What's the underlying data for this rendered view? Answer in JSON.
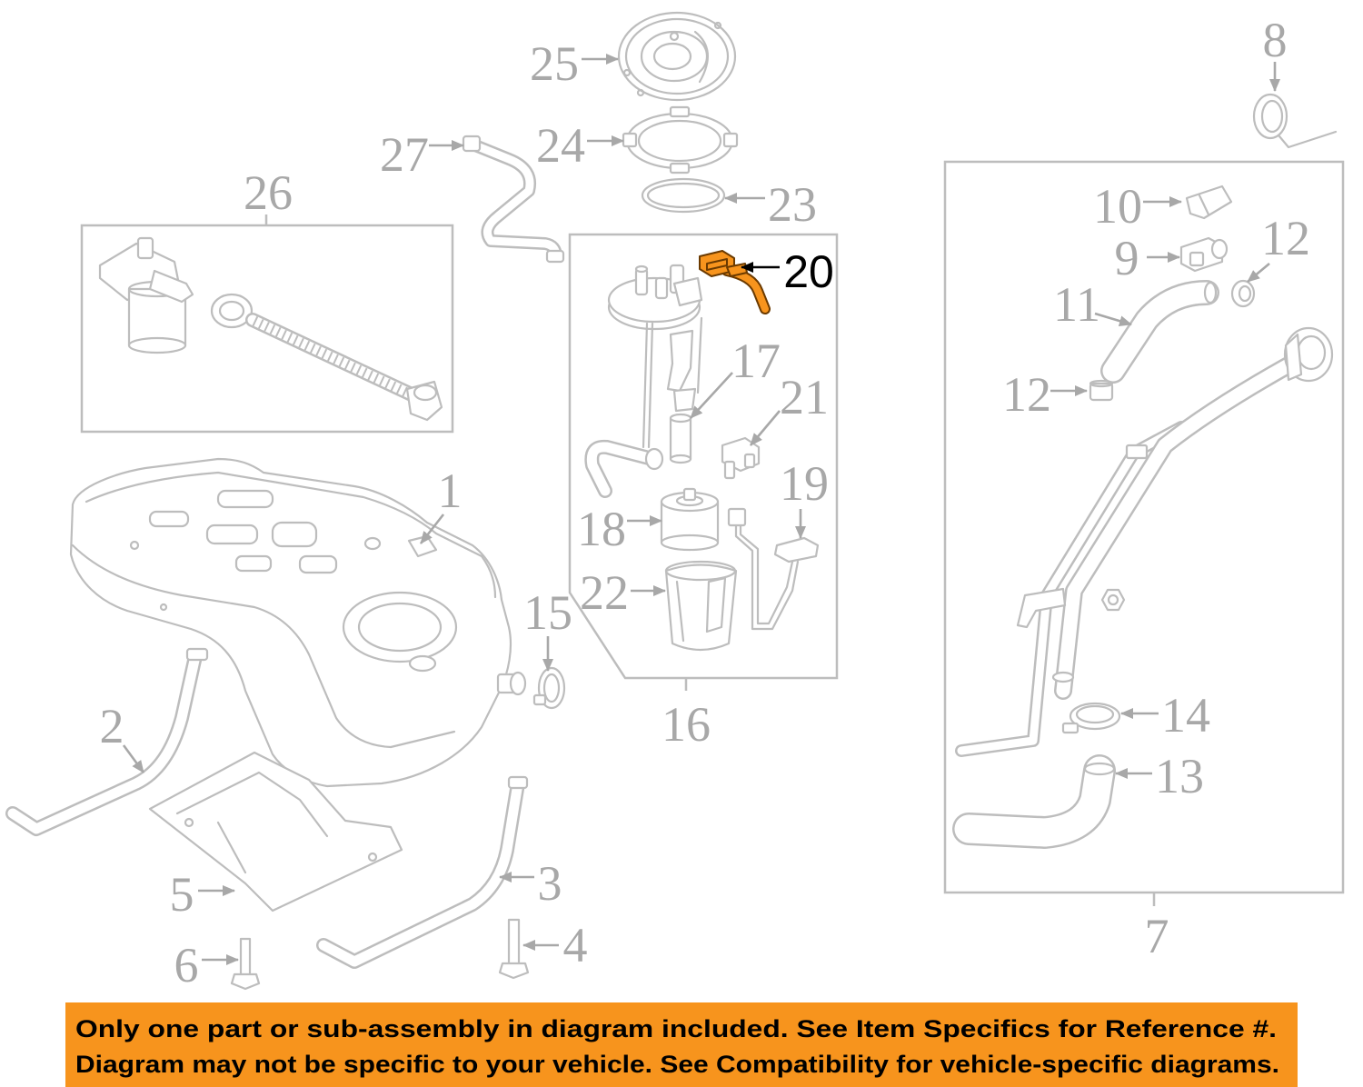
{
  "colors": {
    "highlight": "#f7941d",
    "banner": "#f7941d",
    "callout": "#a8a8a8",
    "linework": "#bdbdbd",
    "active": "#000000"
  },
  "callouts": {
    "p1": "1",
    "p2": "2",
    "p3": "3",
    "p4": "4",
    "p5": "5",
    "p6": "6",
    "p7": "7",
    "p8": "8",
    "p9": "9",
    "p10": "10",
    "p11": "11",
    "p12_upper": "12",
    "p12_lower": "12",
    "p13": "13",
    "p14": "14",
    "p15": "15",
    "p16": "16",
    "p17": "17",
    "p18": "18",
    "p19": "19",
    "p20": "20",
    "p21": "21",
    "p22": "22",
    "p23": "23",
    "p24": "24",
    "p25": "25",
    "p26": "26",
    "p27": "27"
  },
  "banner": {
    "line1": "Only one part or sub-assembly in diagram included. See Item Specifics for Reference #.",
    "line2": "Diagram may not be specific to your vehicle. See Compatibility for vehicle-specific diagrams."
  }
}
